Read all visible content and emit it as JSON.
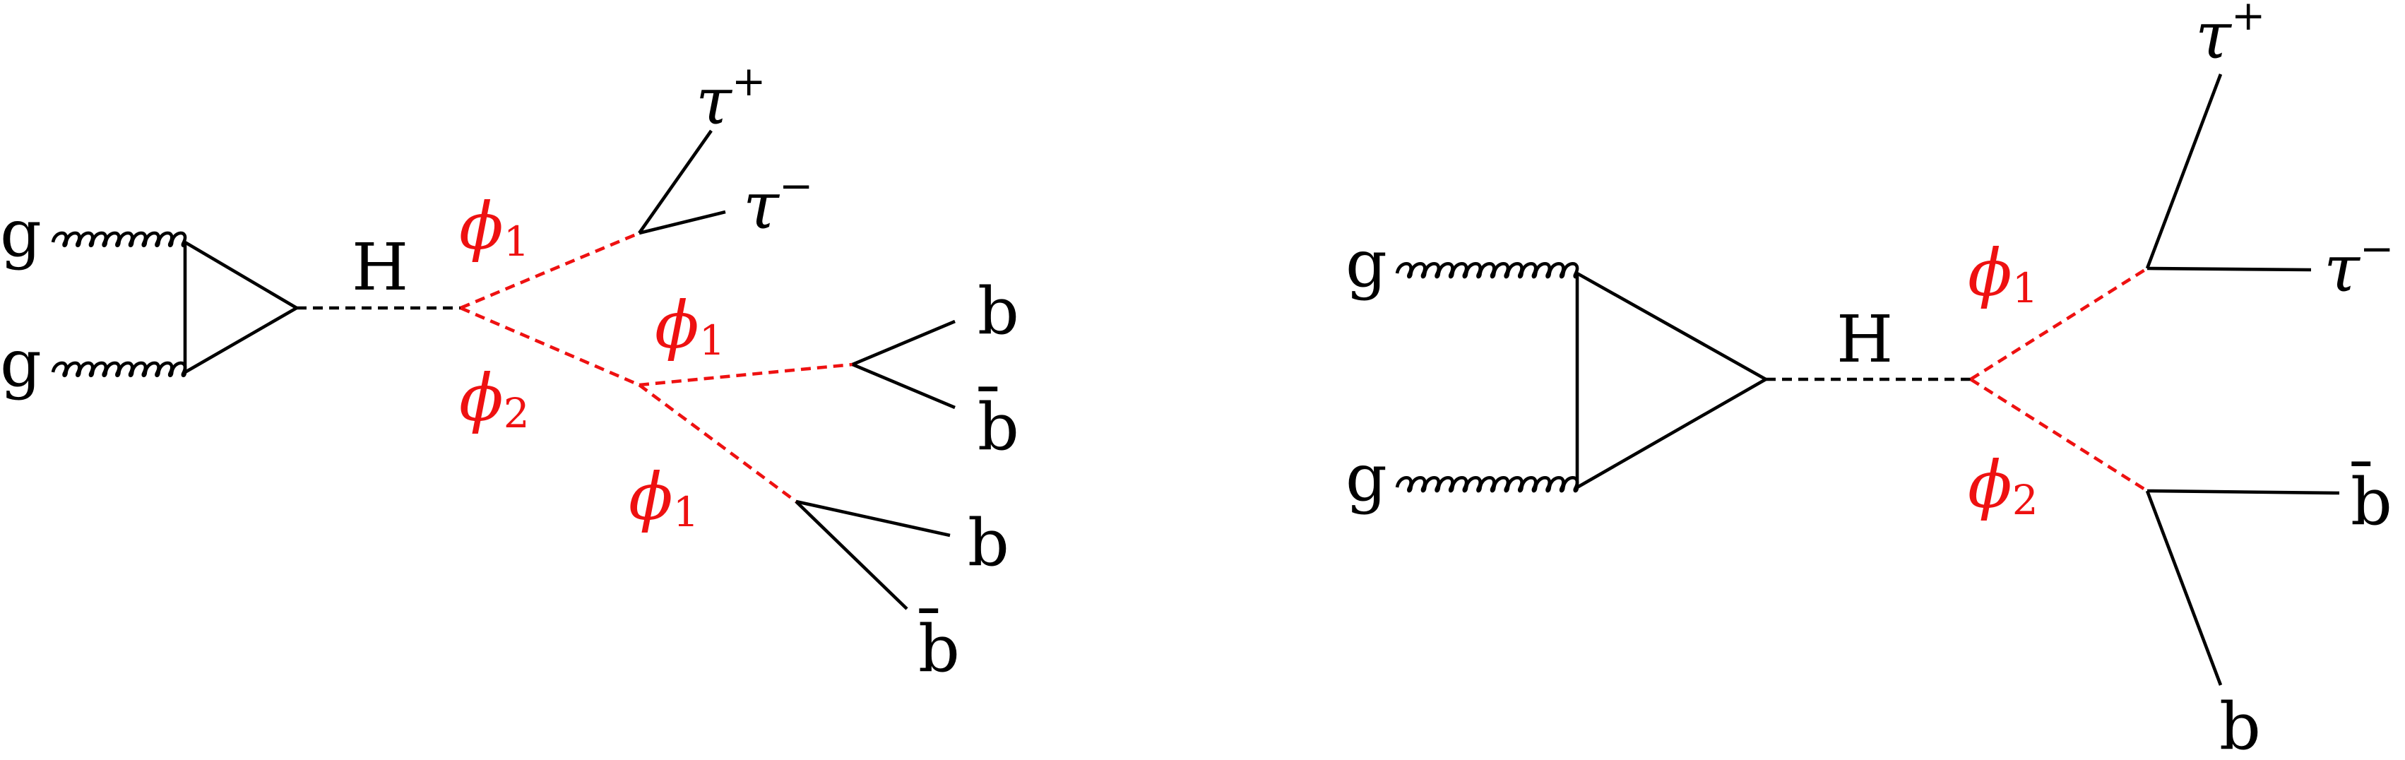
{
  "colors": {
    "ink": "#000000",
    "scalar": "#ee1111"
  },
  "diagram_left": {
    "gluon_top": "g",
    "gluon_bottom": "g",
    "higgs": "H",
    "phi_a": {
      "symbol": "ϕ",
      "index": "1"
    },
    "phi_b": {
      "symbol": "ϕ",
      "index": "2"
    },
    "phi_c": {
      "symbol": "ϕ",
      "index": "1"
    },
    "phi_d": {
      "symbol": "ϕ",
      "index": "1"
    },
    "tau_plus": {
      "symbol": "τ",
      "charge": "+"
    },
    "tau_minus": {
      "symbol": "τ",
      "charge": "−"
    },
    "b1": "b",
    "bbar1": "b̄",
    "b2": "b",
    "bbar2": "b̄"
  },
  "diagram_right": {
    "gluon_top": "g",
    "gluon_bottom": "g",
    "higgs": "H",
    "phi_a": {
      "symbol": "ϕ",
      "index": "1"
    },
    "phi_b": {
      "symbol": "ϕ",
      "index": "2"
    },
    "tau_plus": {
      "symbol": "τ",
      "charge": "+"
    },
    "tau_minus": {
      "symbol": "τ",
      "charge": "−"
    },
    "bbar": "b̄",
    "b": "b"
  }
}
